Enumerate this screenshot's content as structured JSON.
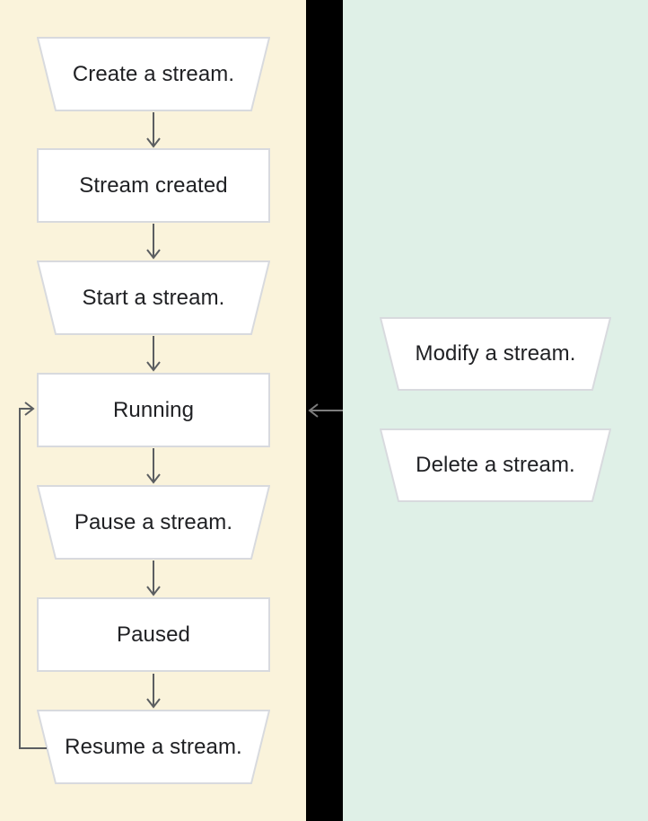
{
  "diagram": {
    "title_implied": "Stream lifecycle flowchart",
    "left_flow": {
      "nodes": [
        {
          "id": "create",
          "label": "Create a stream.",
          "shape": "trapezoid"
        },
        {
          "id": "created",
          "label": "Stream created",
          "shape": "rect"
        },
        {
          "id": "start",
          "label": "Start a stream.",
          "shape": "trapezoid"
        },
        {
          "id": "running",
          "label": "Running",
          "shape": "rect"
        },
        {
          "id": "pause",
          "label": "Pause a stream.",
          "shape": "trapezoid"
        },
        {
          "id": "paused",
          "label": "Paused",
          "shape": "rect"
        },
        {
          "id": "resume",
          "label": "Resume a stream.",
          "shape": "trapezoid"
        }
      ]
    },
    "right_actions": {
      "nodes": [
        {
          "id": "modify",
          "label": "Modify a stream.",
          "shape": "trapezoid"
        },
        {
          "id": "delete",
          "label": "Delete a stream.",
          "shape": "trapezoid"
        }
      ]
    },
    "edges": [
      {
        "from": "create",
        "to": "created",
        "type": "down-arrow"
      },
      {
        "from": "created",
        "to": "start",
        "type": "down-arrow"
      },
      {
        "from": "start",
        "to": "running",
        "type": "down-arrow"
      },
      {
        "from": "running",
        "to": "pause",
        "type": "down-arrow"
      },
      {
        "from": "pause",
        "to": "paused",
        "type": "down-arrow"
      },
      {
        "from": "paused",
        "to": "resume",
        "type": "down-arrow"
      },
      {
        "from": "resume",
        "to": "running",
        "type": "loop-back-left"
      },
      {
        "from": "right-actions",
        "to": "running",
        "type": "left-arrow-across-divider"
      }
    ],
    "colors": {
      "left_panel_bg": "#faf3db",
      "right_panel_bg": "#dff0e7",
      "divider_bg": "#000000",
      "node_fill": "#ffffff",
      "node_border": "#d8dade",
      "arrow": "#5b5e61",
      "arrow_on_divider": "#7d7d7d",
      "text": "#202124"
    }
  }
}
